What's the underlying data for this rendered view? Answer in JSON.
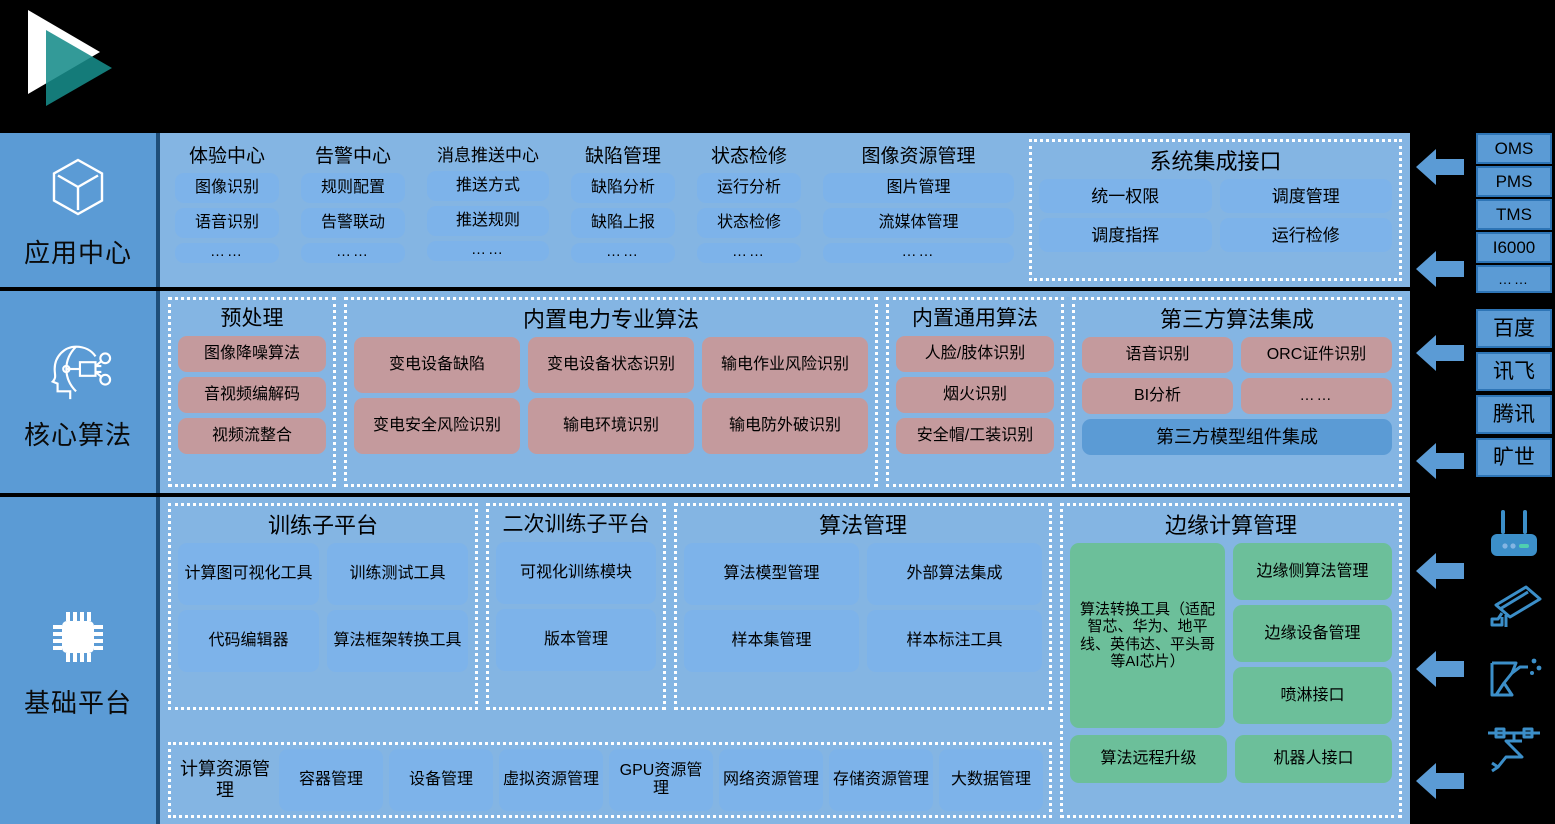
{
  "logo": {
    "name": "play-triangle-logo",
    "colors": {
      "front": "#ffffff",
      "back": "#178c8a"
    }
  },
  "theme": {
    "background": "#000000",
    "band": "#84b5e3",
    "rail": "#5b9bd5",
    "card_blue": "#7db3ea",
    "card_rose": "#c49a9d",
    "card_green": "#6cbf9a",
    "card_blue_dark": "#5b9bd5",
    "arrow": "#5b9bd5",
    "dashed_border": "#ffffff"
  },
  "layers": [
    {
      "id": "application-center",
      "label": "应用中心",
      "icon": "hexagon-cube-icon",
      "groups": [
        {
          "title": "体验中心",
          "dashed": false,
          "items": [
            "图像识别",
            "语音识别",
            "……"
          ]
        },
        {
          "title": "告警中心",
          "dashed": false,
          "items": [
            "规则配置",
            "告警联动",
            "……"
          ]
        },
        {
          "title": "消息推送中心",
          "dashed": false,
          "items": [
            "推送方式",
            "推送规则",
            "……"
          ]
        },
        {
          "title": "缺陷管理",
          "dashed": false,
          "items": [
            "缺陷分析",
            "缺陷上报",
            "……"
          ]
        },
        {
          "title": "状态检修",
          "dashed": false,
          "items": [
            "运行分析",
            "状态检修",
            "……"
          ]
        },
        {
          "title": "图像资源管理",
          "dashed": false,
          "items": [
            "图片管理",
            "流媒体管理",
            "……"
          ]
        }
      ],
      "integration": {
        "title": "系统集成接口",
        "items": [
          "统一权限",
          "调度管理",
          "调度指挥",
          "运行检修"
        ]
      }
    },
    {
      "id": "core-algorithms",
      "label": "核心算法",
      "icon": "ai-head-icon",
      "preprocess": {
        "title": "预处理",
        "items": [
          "图像降噪算法",
          "音视频编解码",
          "视频流整合"
        ]
      },
      "power_algorithms": {
        "title": "内置电力专业算法",
        "items": [
          "变电设备缺陷",
          "变电设备状态识别",
          "输电作业风险识别",
          "变电安全风险识别",
          "输电环境识别",
          "输电防外破识别"
        ]
      },
      "general_algorithms": {
        "title": "内置通用算法",
        "items": [
          "人脸/肢体识别",
          "烟火识别",
          "安全帽/工装识别"
        ]
      },
      "third_party": {
        "title": "第三方算法集成",
        "items": [
          "语音识别",
          "ORC证件识别",
          "BI分析",
          "……"
        ],
        "footer": "第三方模型组件集成"
      }
    },
    {
      "id": "base-platform",
      "label": "基础平台",
      "icon": "cpu-chip-icon",
      "training": {
        "title": "训练子平台",
        "items": [
          "计算图可视化工具",
          "训练测试工具",
          "代码编辑器",
          "算法框架转换工具"
        ]
      },
      "secondary_training": {
        "title": "二次训练子平台",
        "items": [
          "可视化训练模块",
          "版本管理"
        ]
      },
      "algorithm_management": {
        "title": "算法管理",
        "items": [
          "算法模型管理",
          "外部算法集成",
          "样本集管理",
          "样本标注工具"
        ]
      },
      "edge_computing": {
        "title": "边缘计算管理",
        "converter": "算法转换工具（适配智芯、华为、地平线、英伟达、平头哥等AI芯片）",
        "right_items": [
          "边缘侧算法管理",
          "边缘设备管理",
          "喷淋接口"
        ],
        "bottom_items": [
          "算法远程升级",
          "机器人接口"
        ]
      },
      "compute_resources": {
        "title": "计算资源管理",
        "items": [
          "容器管理",
          "设备管理",
          "虚拟资源管理",
          "GPU资源管理",
          "网络资源管理",
          "存储资源管理",
          "大数据管理"
        ]
      }
    }
  ],
  "right_panel": {
    "systems": [
      "OMS",
      "PMS",
      "TMS",
      "I6000",
      "……"
    ],
    "vendors": [
      "百度",
      "讯飞",
      "腾讯",
      "旷世"
    ],
    "devices": [
      {
        "name": "router-gateway-icon"
      },
      {
        "name": "cctv-camera-icon"
      },
      {
        "name": "sprayer-nozzle-icon"
      },
      {
        "name": "inspection-robot-icon"
      }
    ],
    "arrow_icon": "left-arrow-icon",
    "arrow_count": 6
  }
}
